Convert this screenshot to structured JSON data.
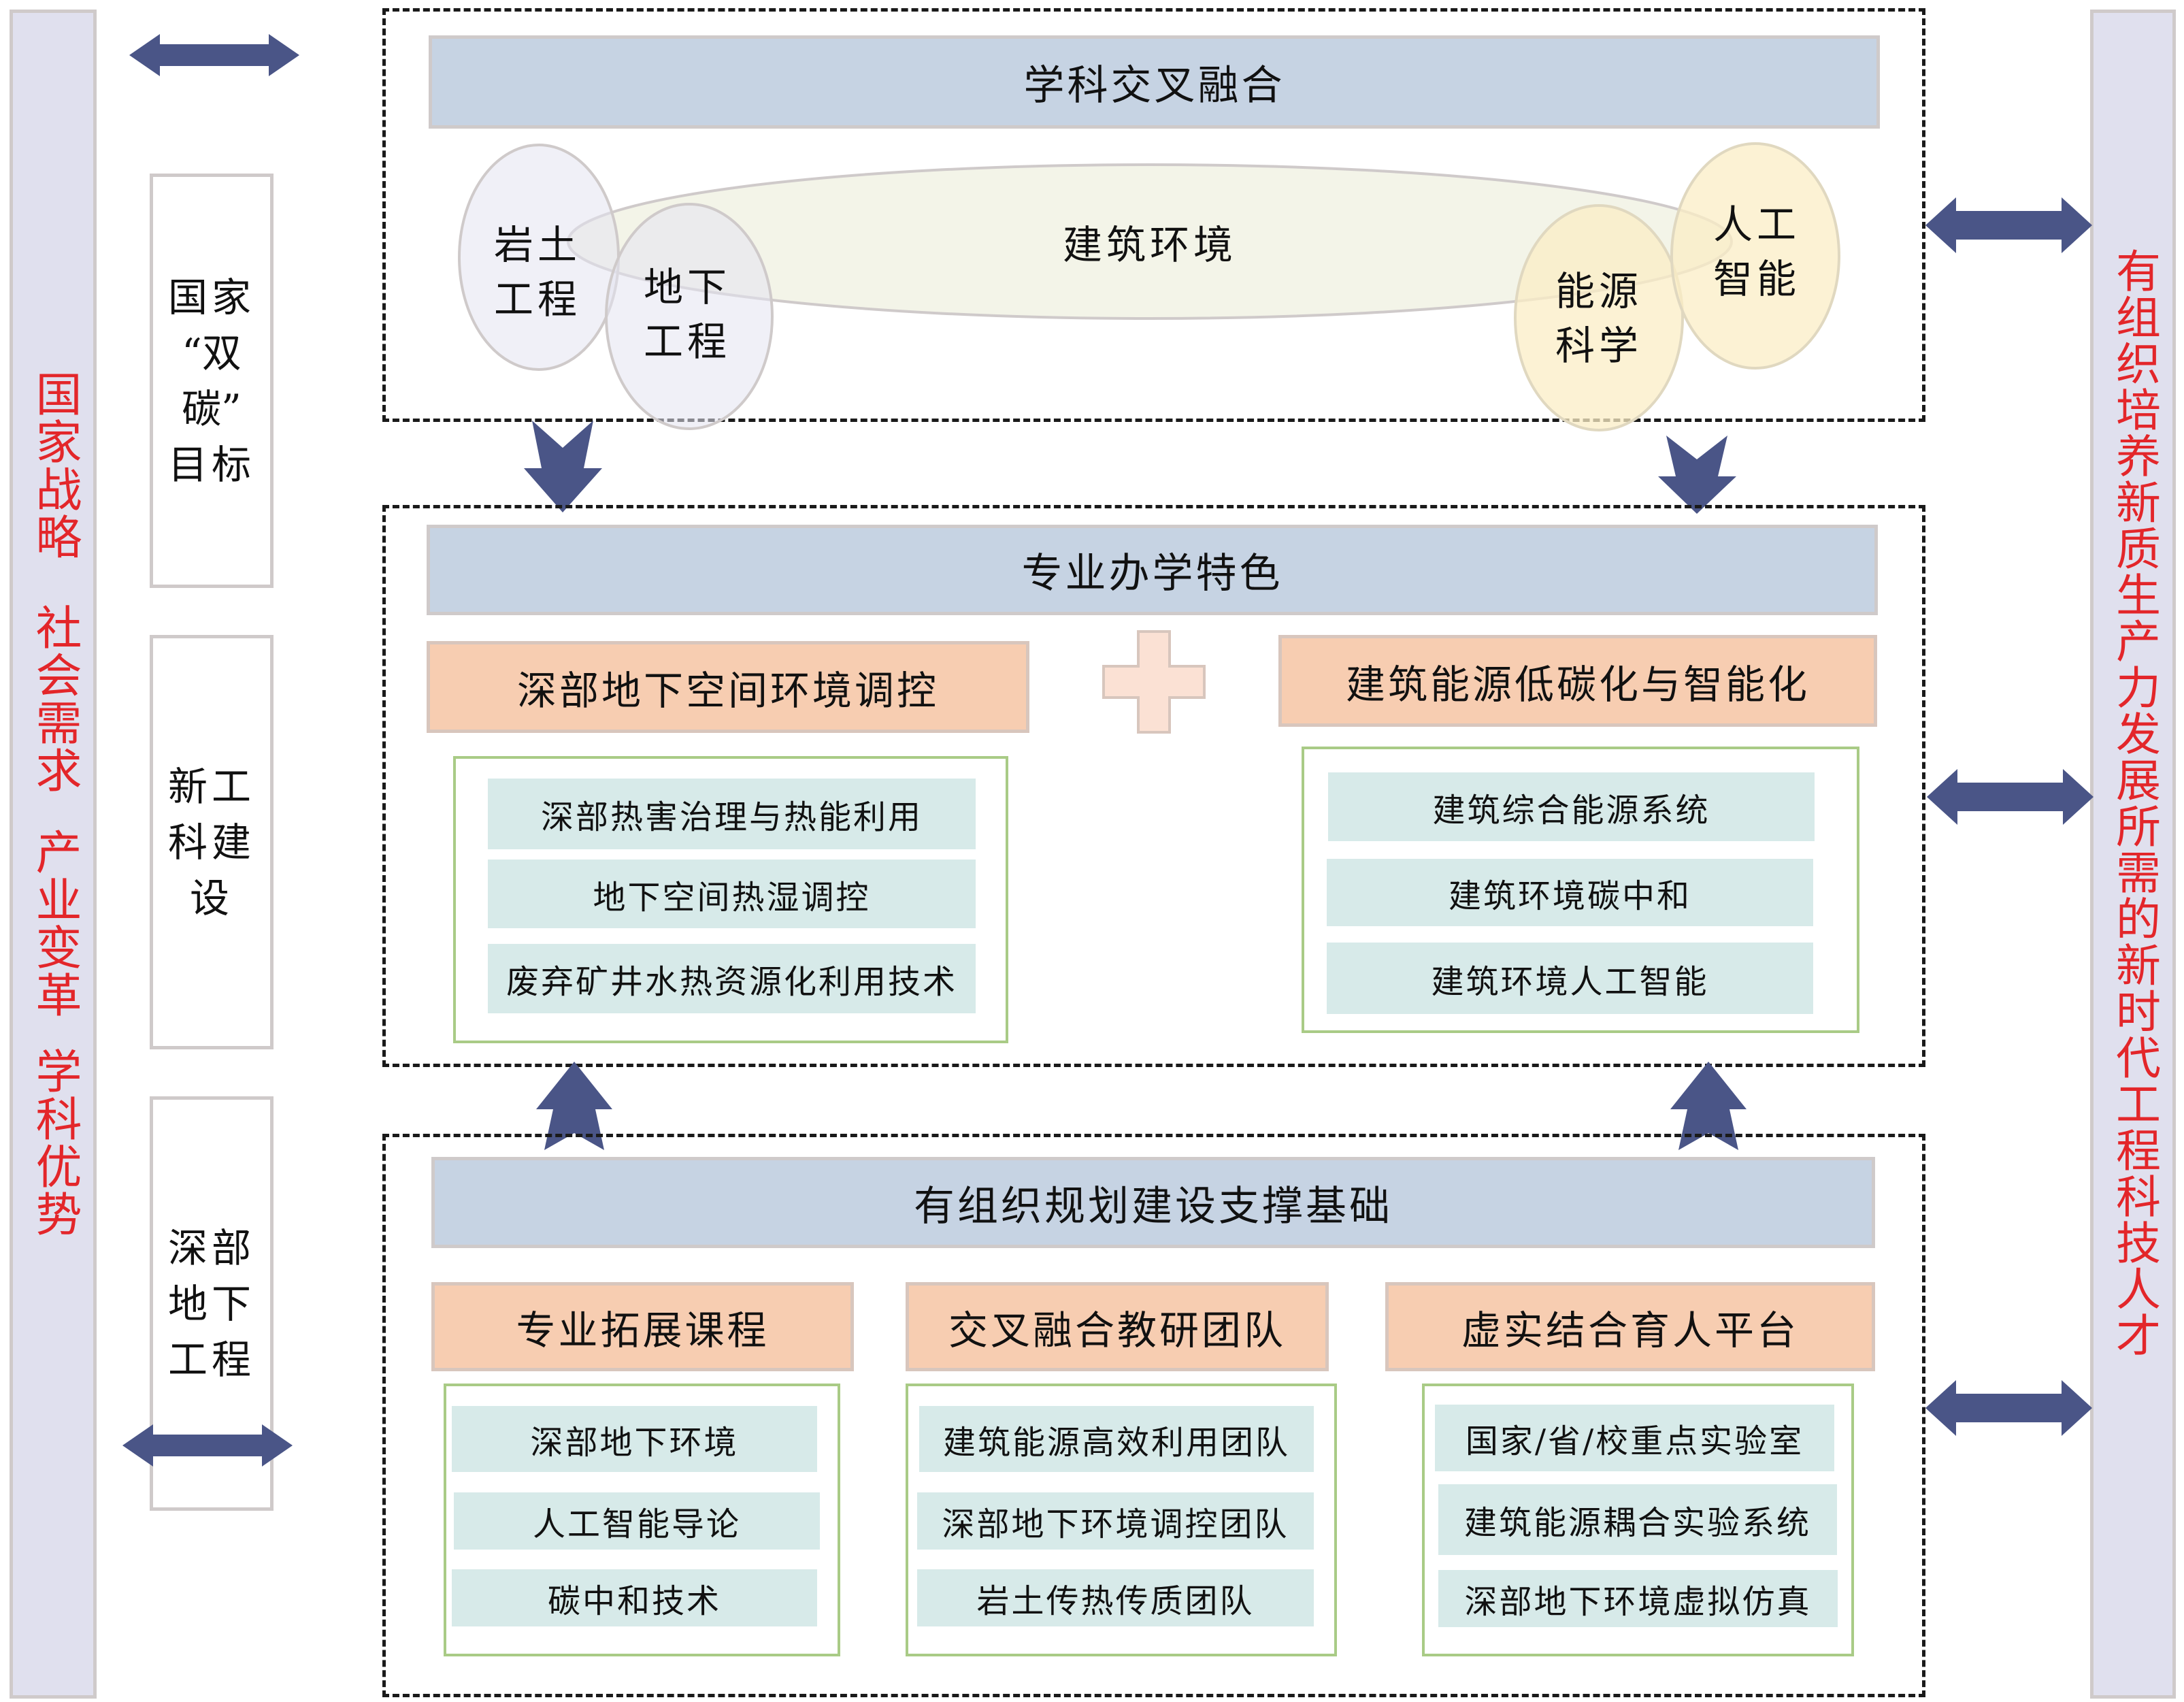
{
  "left_bar": {
    "text": "国家战略 社会需求 产业变革 学科优势",
    "segments": [
      "国家战略",
      "社会需求",
      "产业变革",
      "学科优势"
    ]
  },
  "right_bar": {
    "text": "有组织培养新质生产力发展所需的新时代工程科技人才"
  },
  "goals": [
    {
      "label": "国家“双碳”目标",
      "lines": [
        "国家",
        "“双碳”",
        "目标"
      ]
    },
    {
      "label": "新工科建设",
      "lines": [
        "新工",
        "科建",
        "设"
      ]
    },
    {
      "label": "深部地下工程",
      "lines": [
        "深部",
        "地下",
        "工程"
      ]
    }
  ],
  "top_section": {
    "title": "学科交叉融合",
    "ellipse_label": "建筑环境",
    "circles": [
      {
        "label": "岩土工程",
        "lines": [
          "岩土",
          "工程"
        ],
        "color": "#e3e4f0"
      },
      {
        "label": "地下工程",
        "lines": [
          "地下",
          "工程"
        ],
        "color": "#e3e4f0"
      },
      {
        "label": "能源科学",
        "lines": [
          "能源",
          "科学"
        ],
        "color": "#fbeec5"
      },
      {
        "label": "人工智能",
        "lines": [
          "人工",
          "智能"
        ],
        "color": "#fbeec5"
      }
    ]
  },
  "middle_section": {
    "title": "专业办学特色",
    "plus_symbol": "+",
    "columns": [
      {
        "header": "深部地下空间环境调控",
        "items": [
          "深部热害治理与热能利用",
          "地下空间热湿调控",
          "废弃矿井水热资源化利用技术"
        ]
      },
      {
        "header": "建筑能源低碳化与智能化",
        "items": [
          "建筑综合能源系统",
          "建筑环境碳中和",
          "建筑环境人工智能"
        ]
      }
    ]
  },
  "bottom_section": {
    "title": "有组织规划建设支撑基础",
    "columns": [
      {
        "header": "专业拓展课程",
        "items": [
          "深部地下环境",
          "人工智能导论",
          "碳中和技术"
        ]
      },
      {
        "header": "交叉融合教研团队",
        "items": [
          "建筑能源高效利用团队",
          "深部地下环境调控团队",
          "岩土传热传质团队"
        ]
      },
      {
        "header": "虚实结合育人平台",
        "items": [
          "国家/省/校重点实验室",
          "建筑能源耦合实验系统",
          "深部地下环境虚拟仿真"
        ]
      }
    ]
  },
  "colors": {
    "arrow": "#4a5587",
    "accent_text": "#e3262a",
    "header_bar": "#c6d3e3",
    "sub_header": "#f7cdb1",
    "item_bg": "#d7eae9",
    "group_border": "#a9cb86",
    "side_bar": "#e0e0ee"
  }
}
